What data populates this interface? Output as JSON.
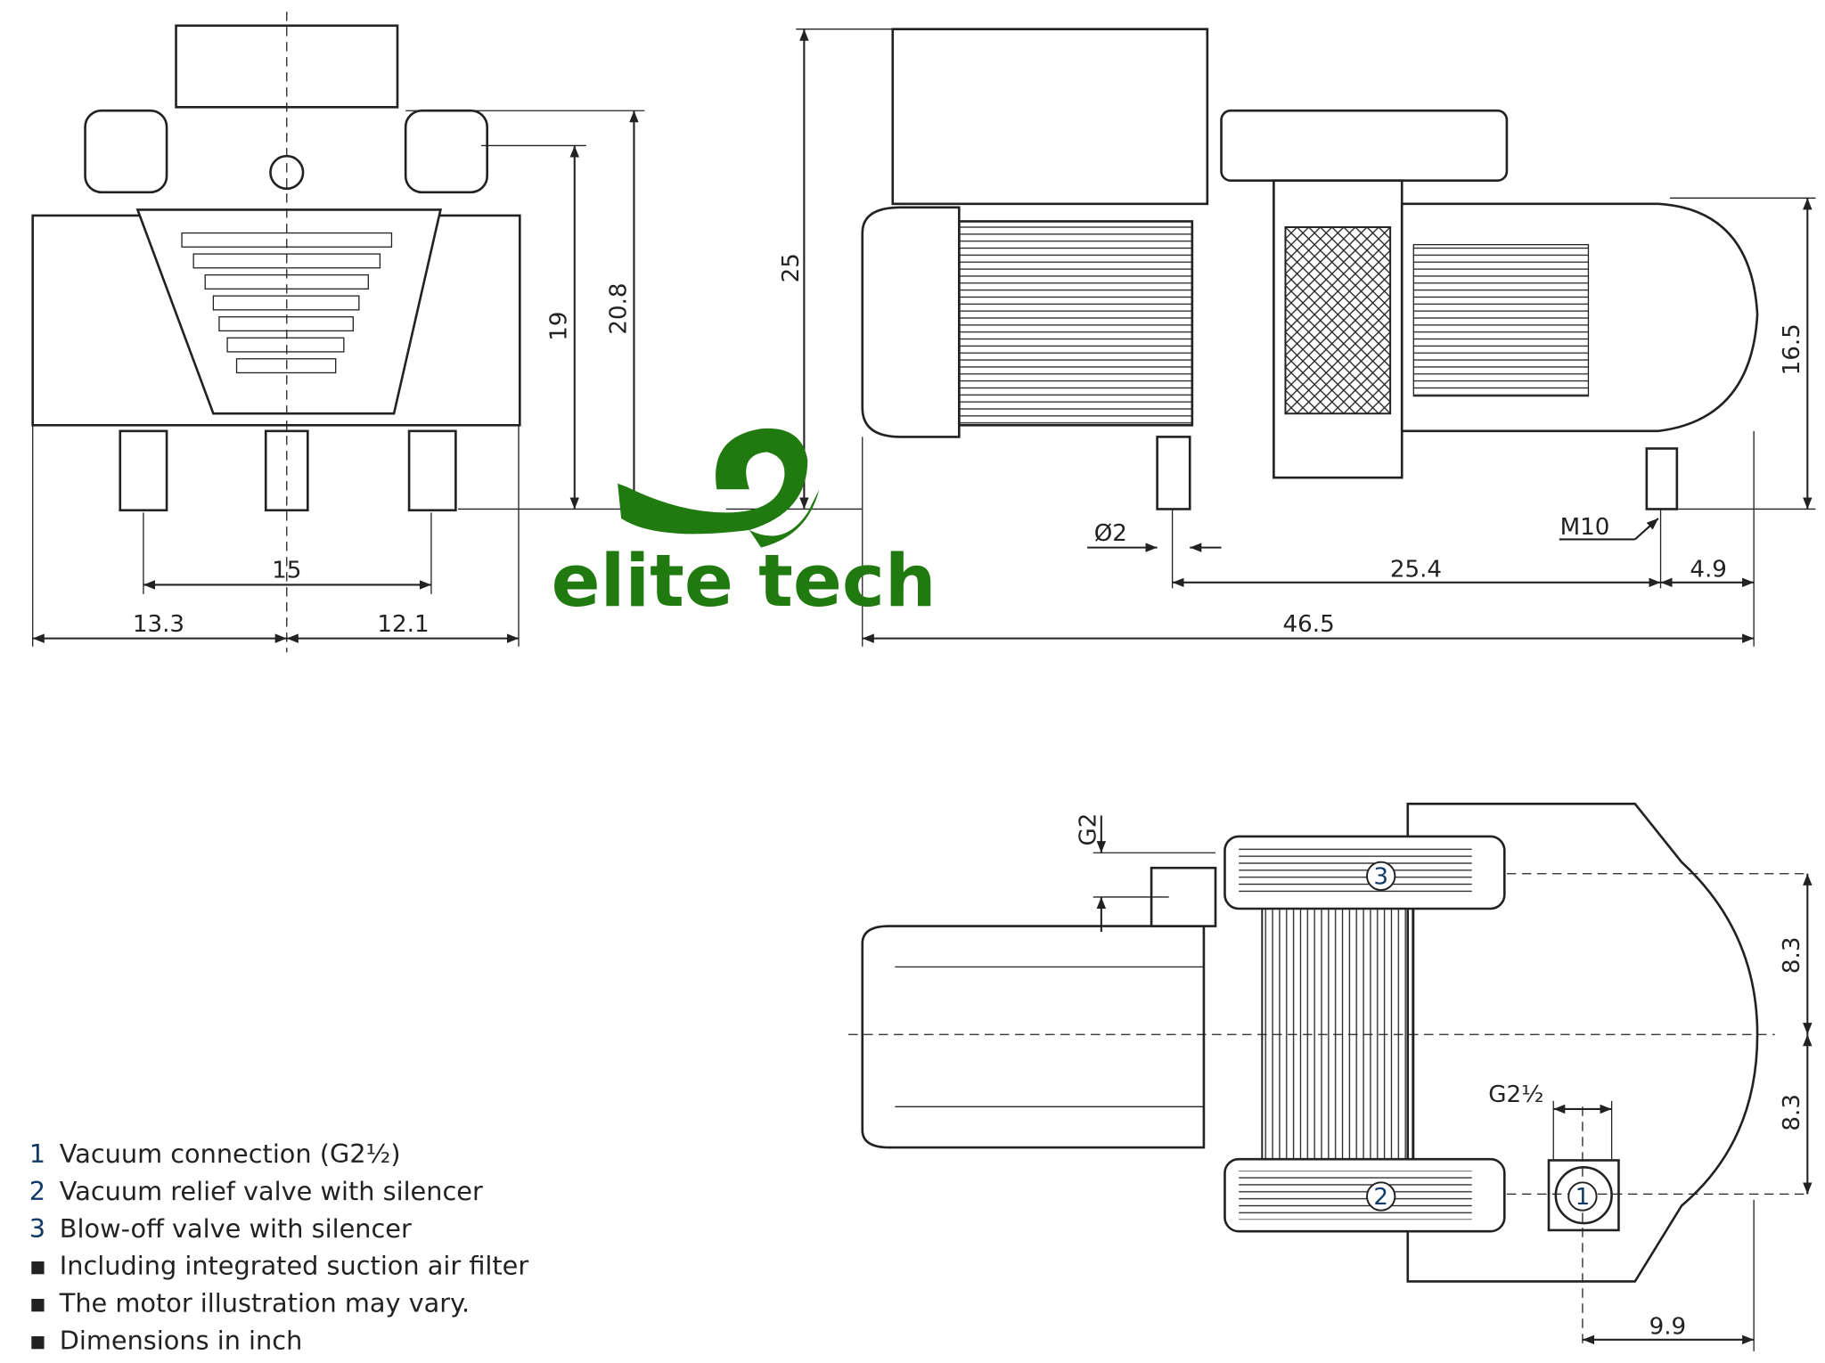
{
  "dimensions": {
    "front": {
      "d15": "15",
      "d13_3": "13.3",
      "d12_1": "12.1",
      "d19": "19",
      "d20_8": "20.8"
    },
    "side": {
      "d25": "25",
      "d16_5": "16.5",
      "dia2": "Ø2",
      "d25_4": "25.4",
      "d4_9": "4.9",
      "d46_5": "46.5",
      "m10": "M10"
    },
    "top": {
      "g2": "G2",
      "d8_3a": "8.3",
      "d8_3b": "8.3",
      "g2half": "G2½",
      "d9_9": "9.9"
    }
  },
  "callouts": [
    "1",
    "2",
    "3"
  ],
  "legend": [
    {
      "marker": "1",
      "text": "Vacuum connection (G2½)"
    },
    {
      "marker": "2",
      "text": "Vacuum relief valve with silencer"
    },
    {
      "marker": "3",
      "text": "Blow-off valve with silencer"
    },
    {
      "marker": "▪",
      "text": "Including integrated suction air filter"
    },
    {
      "marker": "▪",
      "text": "The motor illustration may vary."
    },
    {
      "marker": "▪",
      "text": "Dimensions in inch"
    }
  ],
  "watermark": {
    "text": "elite tech",
    "color": "#217a10"
  }
}
